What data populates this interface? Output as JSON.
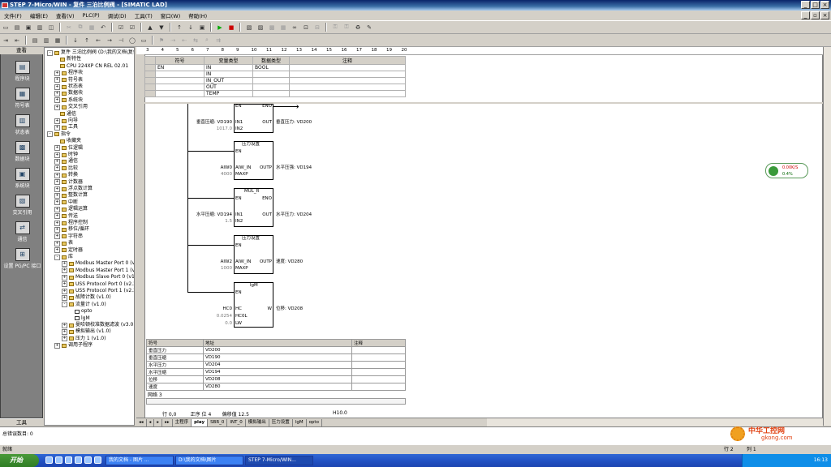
{
  "window": {
    "title": "STEP 7-Micro/WIN - 复件 三泊比例阀 - [SIMATIC LAD]"
  },
  "menu": [
    "文件(F)",
    "编辑(E)",
    "查看(V)",
    "PLC(P)",
    "调试(D)",
    "工具(T)",
    "窗口(W)",
    "帮助(H)"
  ],
  "nav": {
    "header": "查看",
    "footer": "工具",
    "items": [
      {
        "label": "程序块",
        "icon": "program-block-icon"
      },
      {
        "label": "符号表",
        "icon": "symbol-table-icon"
      },
      {
        "label": "状态表",
        "icon": "status-chart-icon"
      },
      {
        "label": "数据块",
        "icon": "data-block-icon"
      },
      {
        "label": "系统块",
        "icon": "system-block-icon"
      },
      {
        "label": "交叉引用",
        "icon": "cross-reference-icon"
      },
      {
        "label": "通信",
        "icon": "communications-icon"
      },
      {
        "label": "设置 PG/PC 接口",
        "icon": "set-pgpc-interface-icon"
      }
    ]
  },
  "tree": [
    {
      "level": 0,
      "exp": "-",
      "label": "复件 三泊比例阀 (D:\\我的文档\\复件"
    },
    {
      "level": 1,
      "exp": "",
      "label": "新特性"
    },
    {
      "level": 1,
      "exp": "",
      "label": "CPU 224XP CN REL 02.01"
    },
    {
      "level": 1,
      "exp": "+",
      "label": "程序块"
    },
    {
      "level": 1,
      "exp": "+",
      "label": "符号表"
    },
    {
      "level": 1,
      "exp": "+",
      "label": "状态表"
    },
    {
      "level": 1,
      "exp": "+",
      "label": "数据块"
    },
    {
      "level": 1,
      "exp": "+",
      "label": "系统块"
    },
    {
      "level": 1,
      "exp": "+",
      "label": "交叉引用"
    },
    {
      "level": 1,
      "exp": "",
      "label": "通信"
    },
    {
      "level": 1,
      "exp": "+",
      "label": "向导"
    },
    {
      "level": 1,
      "exp": "+",
      "label": "工具"
    },
    {
      "level": 0,
      "exp": "-",
      "label": "指令"
    },
    {
      "level": 1,
      "exp": "",
      "label": "收藏夹"
    },
    {
      "level": 1,
      "exp": "+",
      "label": "位逻辑"
    },
    {
      "level": 1,
      "exp": "+",
      "label": "时钟"
    },
    {
      "level": 1,
      "exp": "+",
      "label": "通信"
    },
    {
      "level": 1,
      "exp": "+",
      "label": "比较"
    },
    {
      "level": 1,
      "exp": "+",
      "label": "转换"
    },
    {
      "level": 1,
      "exp": "+",
      "label": "计数器"
    },
    {
      "level": 1,
      "exp": "+",
      "label": "浮点数计算"
    },
    {
      "level": 1,
      "exp": "+",
      "label": "整数计算"
    },
    {
      "level": 1,
      "exp": "+",
      "label": "中断"
    },
    {
      "level": 1,
      "exp": "+",
      "label": "逻辑运算"
    },
    {
      "level": 1,
      "exp": "+",
      "label": "传送"
    },
    {
      "level": 1,
      "exp": "+",
      "label": "程序控制"
    },
    {
      "level": 1,
      "exp": "+",
      "label": "移位/循环"
    },
    {
      "level": 1,
      "exp": "+",
      "label": "字符串"
    },
    {
      "level": 1,
      "exp": "+",
      "label": "表"
    },
    {
      "level": 1,
      "exp": "+",
      "label": "定时器"
    },
    {
      "level": 1,
      "exp": "-",
      "label": "库"
    },
    {
      "level": 2,
      "exp": "+",
      "label": "Modbus Master Port 0 (v1"
    },
    {
      "level": 2,
      "exp": "+",
      "label": "Modbus Master Port 1 (v1"
    },
    {
      "level": 2,
      "exp": "+",
      "label": "Modbus Slave Port 0 (v1."
    },
    {
      "level": 2,
      "exp": "+",
      "label": "USS Protocol Port 0 (v2.3"
    },
    {
      "level": 2,
      "exp": "+",
      "label": "USS Protocol Port 1 (v2.3"
    },
    {
      "level": 2,
      "exp": "+",
      "label": "故障计数 (v1.0)"
    },
    {
      "level": 2,
      "exp": "-",
      "label": "流量计 (v1.0)"
    },
    {
      "level": 3,
      "exp": "",
      "label": "opto"
    },
    {
      "level": 3,
      "exp": "",
      "label": "lgM"
    },
    {
      "level": 2,
      "exp": "+",
      "label": "曼哈顿校准数据滤波 (v3.0"
    },
    {
      "level": 2,
      "exp": "+",
      "label": "模拟输出 (v1.0)"
    },
    {
      "level": 2,
      "exp": "+",
      "label": "压力 1 (v1.0)"
    },
    {
      "level": 1,
      "exp": "+",
      "label": "调用子程序"
    }
  ],
  "ruler": [
    "3",
    "4",
    "5",
    "6",
    "7",
    "8",
    "9",
    "10",
    "11",
    "12",
    "13",
    "14",
    "15",
    "16",
    "17",
    "18",
    "19",
    "20"
  ],
  "var_table": {
    "headers": [
      "符号",
      "变量类型",
      "数据类型",
      "注释"
    ],
    "rows": [
      [
        "EN",
        "IN",
        "BOOL",
        ""
      ],
      [
        "",
        "IN",
        "",
        ""
      ],
      [
        "",
        "IN_OUT",
        "",
        ""
      ],
      [
        "",
        "OUT",
        "",
        ""
      ],
      [
        "",
        "TEMP",
        "",
        ""
      ]
    ]
  },
  "ladder": {
    "box1": {
      "title": "",
      "en": "EN",
      "eno": "ENO",
      "in1_label": "IN1",
      "in2_label": "IN2",
      "out_label": "OUT",
      "in1": "垂直压缩: VD190",
      "in2": "1017.0",
      "out": "垂直压力: VD200"
    },
    "box2": {
      "title": "压力设置",
      "en": "EN",
      "pin1": "AIW_IN",
      "pin2": "MAXP",
      "pout": "OUTP",
      "in1": "AIW0",
      "in2": "4000",
      "out": "水平压强: VD194"
    },
    "box3": {
      "title": "MUL_R",
      "en": "EN",
      "eno": "ENO",
      "in1_label": "IN1",
      "in2_label": "IN2",
      "out_label": "OUT",
      "in1": "水平压缩: VD194",
      "in2": "1.5",
      "out": "水平压力: VD204"
    },
    "box4": {
      "title": "压力设置",
      "en": "EN",
      "pin1": "AIW_IN",
      "pin2": "MAXP",
      "pout": "OUTP",
      "in1": "AIW2",
      "in2": "1000",
      "out": "速度: VD280"
    },
    "box5": {
      "title": "lgM",
      "en": "EN",
      "pin1": "HC",
      "pin2": "HC0L",
      "pin3": "LW",
      "pout": "W",
      "in1": "HC0",
      "in2": "0.0254",
      "in3": "0.0",
      "out": "位移: VD208"
    }
  },
  "symbol_table": {
    "headers": [
      "符号",
      "地址",
      "注释"
    ],
    "rows": [
      [
        "垂直压力",
        "VD200",
        ""
      ],
      [
        "垂直压缩",
        "VD190",
        ""
      ],
      [
        "水平压力",
        "VD204",
        ""
      ],
      [
        "水平压缩",
        "VD194",
        ""
      ],
      [
        "位移",
        "VD208",
        ""
      ],
      [
        "速度",
        "VD280",
        ""
      ]
    ]
  },
  "network_label": "网络 3",
  "position": {
    "a": "行 0,0",
    "b": "正序 位 4",
    "c": "偏移值 12.5",
    "d": "H10.0"
  },
  "tabs": [
    "主程序",
    "play",
    "SBR_0",
    "INT_0",
    "模拟输出",
    "压力设置",
    "lgM",
    "opto"
  ],
  "active_tab": "play",
  "output": {
    "line": "总错误数目: 0"
  },
  "status": {
    "left": "就绪",
    "right": "行 2",
    "col": "列 1"
  },
  "widget": {
    "top": "0.00K/S",
    "bottom": "0.4%"
  },
  "watermark": {
    "text": "中华工控网",
    "url": "gkong.com"
  },
  "taskbar": {
    "start": "开始",
    "tasks": [
      {
        "label": "我的文档 - 图片 ...",
        "active": false
      },
      {
        "label": "D:\\我的文档\\图片",
        "active": false
      },
      {
        "label": "STEP 7-Micro/WIN...",
        "active": true
      }
    ],
    "clock": "16:13"
  }
}
